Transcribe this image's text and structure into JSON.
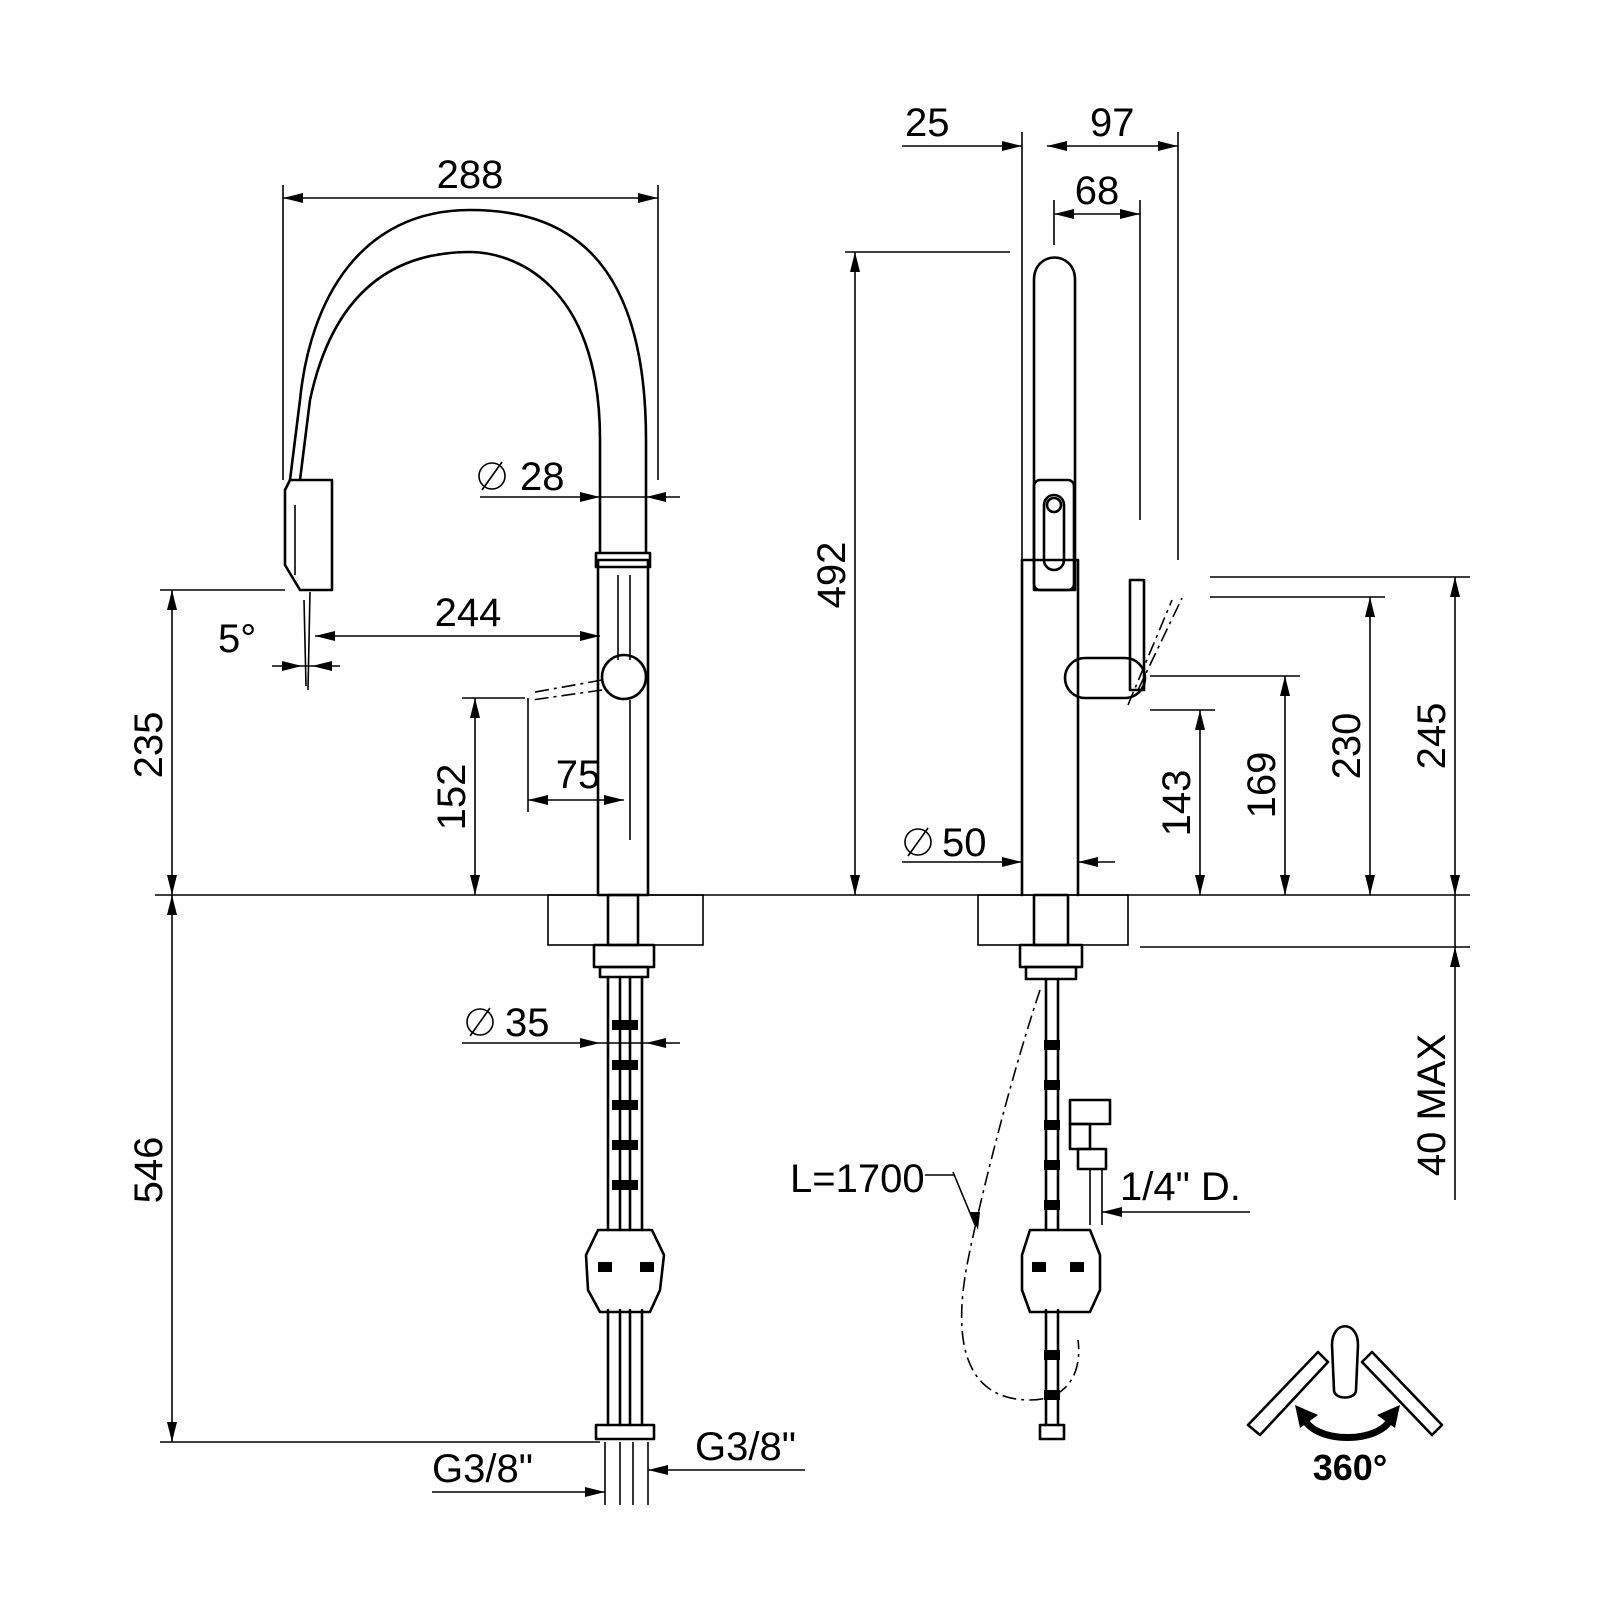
{
  "front_view": {
    "dim_width": "288",
    "dim_spout_dia": "28",
    "dim_reach": "244",
    "dim_angle": "5°",
    "dim_spout_height": "235",
    "dim_lever_height": "152",
    "dim_lever_offset": "75",
    "dim_shank_dia": "35",
    "dim_hose_length": "546",
    "conn_left": "G3/8\"",
    "conn_right": "G3/8\""
  },
  "side_view": {
    "dim_top_left": "25",
    "dim_top_right": "97",
    "dim_body_depth": "68",
    "dim_total_height": "492",
    "dim_base_dia": "50",
    "dim_h143": "143",
    "dim_h169": "169",
    "dim_h230": "230",
    "dim_h245": "245",
    "dim_deck_max": "40 MAX",
    "hose_length_label": "L=1700",
    "supply_label": "1/4\" D."
  },
  "rotation": {
    "label": "360°"
  }
}
